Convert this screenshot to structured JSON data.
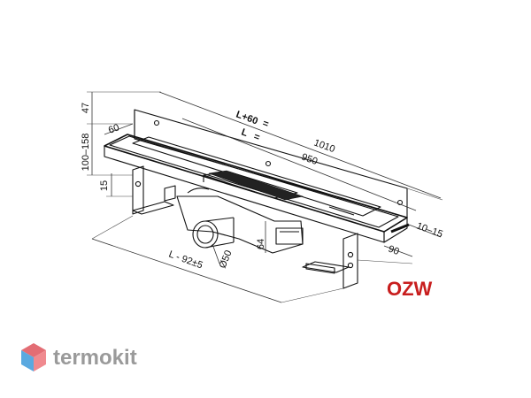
{
  "dimensions": {
    "d47": "47",
    "d100_158": "100–158",
    "d15": "15",
    "d60": "60",
    "l_plus_60": "L+60",
    "l_eq_1": "=",
    "l_label": "L",
    "l_eq_2": "=",
    "d1010": "1010",
    "d950": "950",
    "d64": "64",
    "d50": "Ø50",
    "d90": "90",
    "d10_15": "10–15",
    "l_minus": "L - 92±5"
  },
  "model_label": "OZW",
  "brand": {
    "name": "termokit"
  },
  "colors": {
    "model_label": "#c81e1e",
    "brand_text": "#9a9a9a",
    "logo_top": "#e36d74",
    "logo_left": "#5aa9e0",
    "logo_right": "#f08a8f"
  }
}
